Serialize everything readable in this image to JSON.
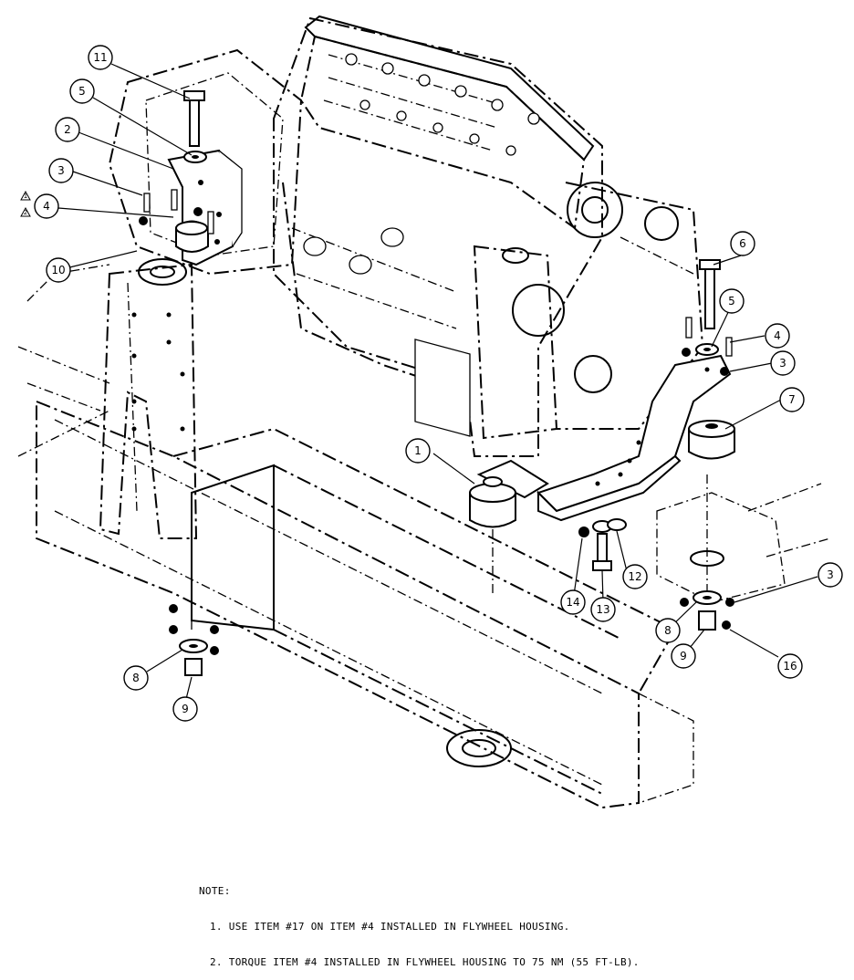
{
  "callouts": [
    {
      "number": "11"
    },
    {
      "number": "5"
    },
    {
      "number": "2"
    },
    {
      "number": "3"
    },
    {
      "number": "4"
    },
    {
      "number": "10"
    },
    {
      "number": "6"
    },
    {
      "number": "5"
    },
    {
      "number": "4"
    },
    {
      "number": "3"
    },
    {
      "number": "7"
    },
    {
      "number": "1"
    },
    {
      "number": "14"
    },
    {
      "number": "13"
    },
    {
      "number": "12"
    },
    {
      "number": "3"
    },
    {
      "number": "8"
    },
    {
      "number": "9"
    },
    {
      "number": "16"
    },
    {
      "number": "8"
    },
    {
      "number": "9"
    }
  ],
  "flags": [
    {
      "text": "1"
    },
    {
      "text": "2"
    }
  ],
  "notes": {
    "title": "NOTE:",
    "lines": [
      "1. USE ITEM #17 ON ITEM #4 INSTALLED IN FLYWHEEL HOUSING.",
      "2. TORQUE ITEM #4 INSTALLED IN FLYWHEEL HOUSING TO 75 NM (55 FT-LB)."
    ]
  }
}
